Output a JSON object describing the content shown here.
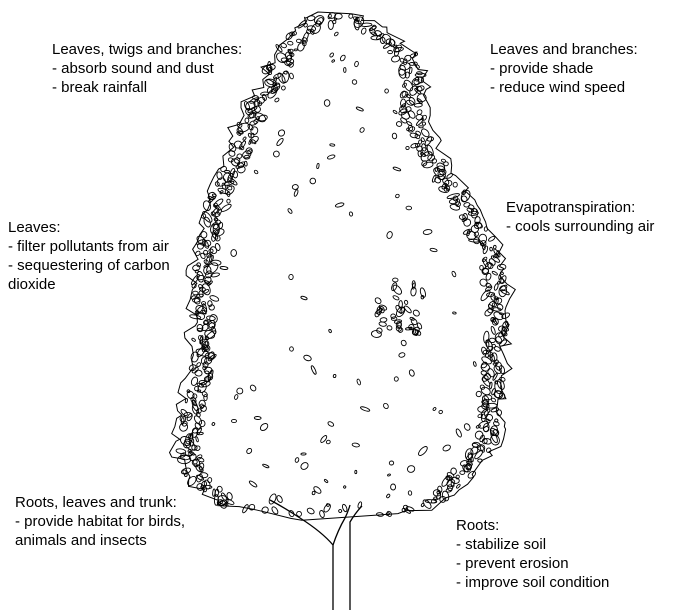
{
  "labels": {
    "canopy_left": {
      "title": "Leaves, twigs and branches:",
      "lines": [
        "- absorb sound and dust",
        "- break rainfall"
      ]
    },
    "canopy_right": {
      "title": "Leaves and branches:",
      "lines": [
        "- provide shade",
        "- reduce wind speed"
      ]
    },
    "leaves": {
      "title": "Leaves:",
      "lines": [
        "- filter pollutants from air",
        "- sequestering of carbon",
        "dioxide"
      ]
    },
    "evapotranspiration": {
      "title": "Evapotranspiration:",
      "lines": [
        "- cools surrounding air"
      ]
    },
    "habitat": {
      "title": "Roots, leaves and trunk:",
      "lines": [
        "- provide habitat for birds,",
        "animals and insects"
      ]
    },
    "roots": {
      "title": "Roots:",
      "lines": [
        "- stabilize soil",
        "- prevent erosion",
        "- improve soil condition"
      ]
    }
  },
  "colors": {
    "ink": "#000000",
    "background": "#ffffff"
  }
}
